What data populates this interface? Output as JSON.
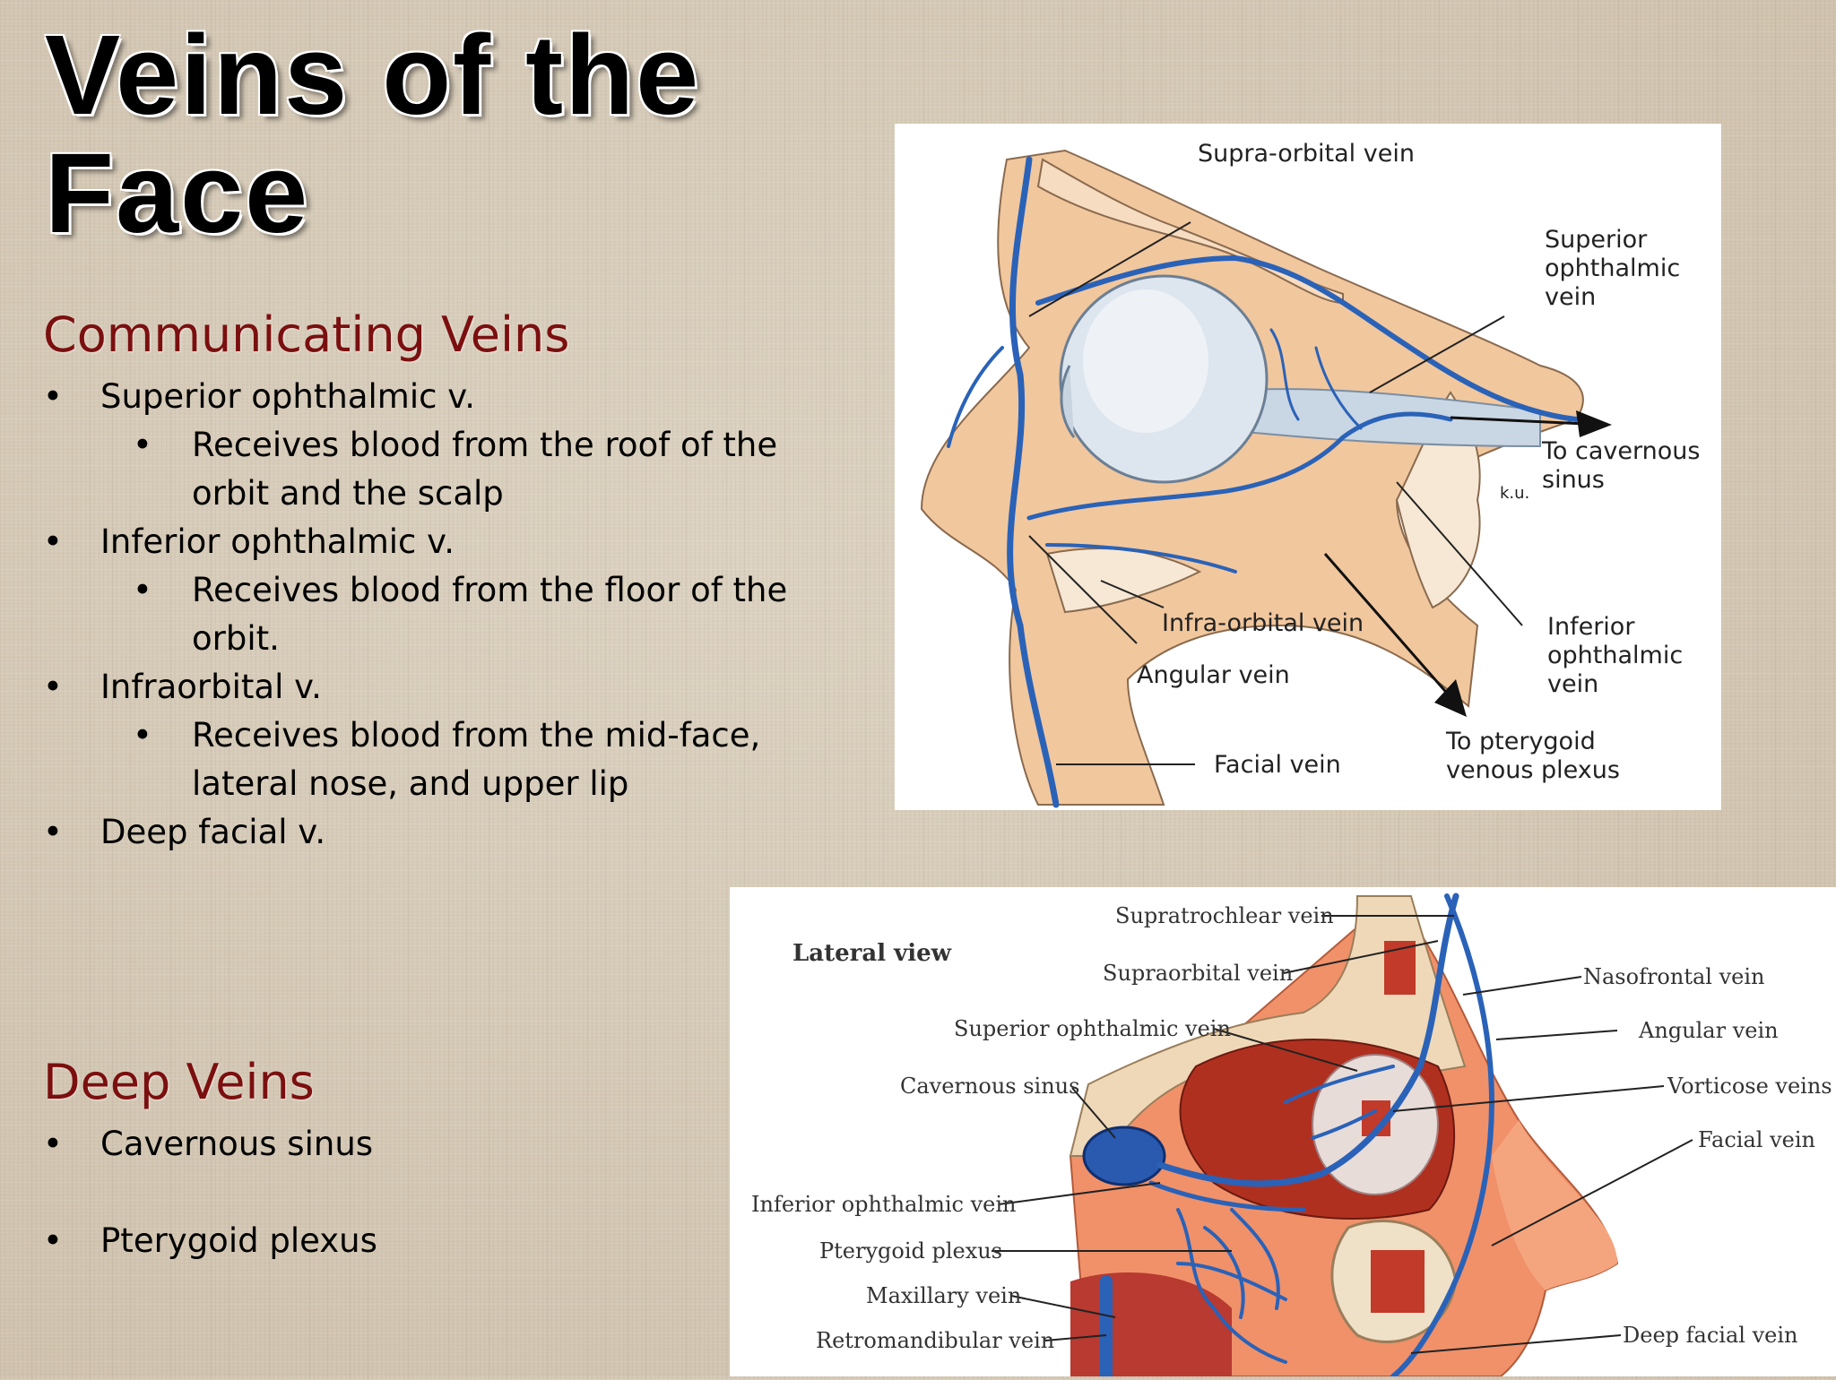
{
  "title": {
    "line1": "Veins of the",
    "line2": "Face"
  },
  "communicating": {
    "heading": "Communicating Veins",
    "items": [
      {
        "level": 1,
        "text": "Superior ophthalmic v."
      },
      {
        "level": 2,
        "text": "Receives blood from the roof of the orbit and the scalp"
      },
      {
        "level": 1,
        "text": "Inferior ophthalmic v."
      },
      {
        "level": 2,
        "text": "Receives blood from the floor of the orbit."
      },
      {
        "level": 1,
        "text": "Infraorbital v."
      },
      {
        "level": 2,
        "text": "Receives blood from the mid-face, lateral nose, and upper lip"
      },
      {
        "level": 1,
        "text": "Deep facial v."
      }
    ]
  },
  "deep": {
    "heading": "Deep Veins",
    "items": [
      "Cavernous sinus",
      "Pterygoid plexus"
    ]
  },
  "figure_top": {
    "labels": {
      "supra_orbital": "Supra-orbital vein",
      "superior_ophthalmic": [
        "Superior",
        "ophthalmic",
        "vein"
      ],
      "to_cavernous": [
        "To cavernous",
        "sinus"
      ],
      "infra_orbital": "Infra-orbital vein",
      "angular": "Angular vein",
      "inferior_ophthalmic": [
        "Inferior",
        "ophthalmic",
        "vein"
      ],
      "facial": "Facial vein",
      "to_pterygoid": [
        "To pterygoid",
        "venous plexus"
      ],
      "signature": "k.u."
    }
  },
  "figure_bottom": {
    "labels": {
      "view": "Lateral view",
      "supratrochlear": "Supratrochlear vein",
      "supraorbital": "Supraorbital vein",
      "nasofrontal": "Nasofrontal vein",
      "superior_ophthalmic": "Superior ophthalmic vein",
      "angular": "Angular vein",
      "cavernous_sinus": "Cavernous sinus",
      "vorticose": "Vorticose veins",
      "facial": "Facial vein",
      "inferior_ophthalmic": "Inferior ophthalmic vein",
      "pterygoid": "Pterygoid plexus",
      "maxillary": "Maxillary vein",
      "retromandibular": "Retromandibular vein",
      "deep_facial": "Deep facial vein"
    }
  }
}
